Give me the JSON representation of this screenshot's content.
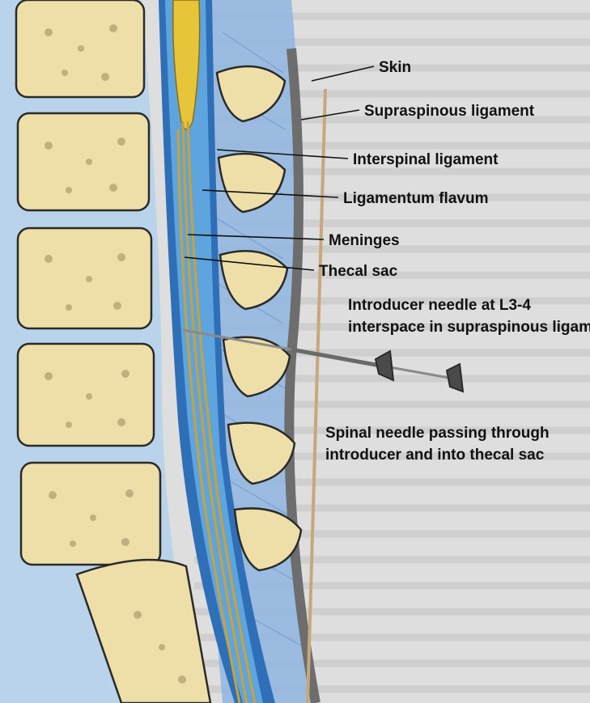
{
  "labels": {
    "skin": "Skin",
    "supraspinous_ligament": "Supraspinous ligament",
    "interspinal_ligament": "Interspinal ligament",
    "ligamentum_flavum": "Ligamentum flavum",
    "meninges": "Meninges",
    "thecal_sac": "Thecal sac",
    "introducer_needle": [
      "Introducer needle at L3-4",
      "interspace in supraspinous ligament"
    ],
    "spinal_needle": [
      "Spinal needle passing through",
      "introducer and into thecal sac"
    ]
  },
  "colors": {
    "bone": "#eedfa8",
    "bone_outline": "#2a2a2a",
    "disc": "#b9d3ea",
    "ligament_blue": "#3f7fc4",
    "dura_blue": "#2f6fb8",
    "csf_blue": "#5ea4de",
    "cord_yellow": "#e7c53a",
    "nerve_root": "#c9a236",
    "skin_gray": "#6d6d6d",
    "needle": "#8a8a8a",
    "probe": "#c8a77a",
    "background_page": "#d9d9d9"
  }
}
